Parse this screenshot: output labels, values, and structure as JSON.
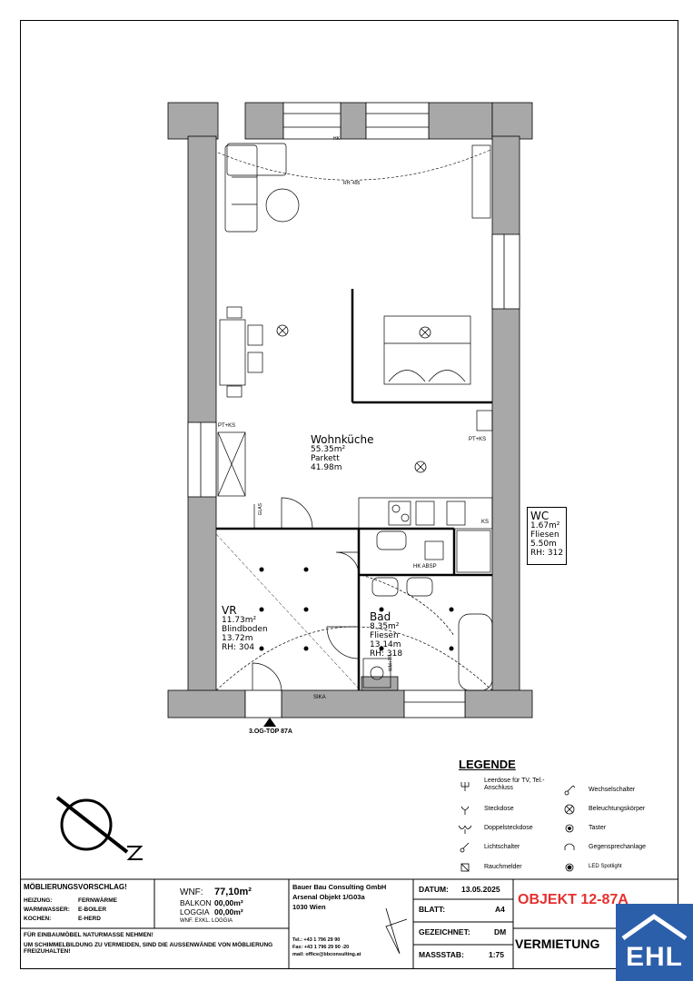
{
  "rooms": {
    "wohnkueche": {
      "name": "Wohnküche",
      "area": "55.35m²",
      "floor": "Parkett",
      "perimeter": "41.98m"
    },
    "wc": {
      "name": "WC",
      "area": "1.67m²",
      "floor": "Fliesen",
      "perimeter": "5.50m",
      "height": "RH: 312"
    },
    "vr": {
      "name": "VR",
      "area": "11.73m²",
      "floor": "Blindboden",
      "perimeter": "13.72m",
      "height": "RH: 304"
    },
    "bad": {
      "name": "Bad",
      "area": "8.35m²",
      "floor": "Fliesen",
      "perimeter": "13.14m",
      "height": "RH: 318"
    }
  },
  "labels": {
    "ptks_left": "PT+KS",
    "ptks_right": "PT+KS",
    "glas": "GLAS",
    "ks": "KS",
    "hk_abst": "HK ABSP",
    "sika": "SIKA",
    "wm_tr": "WM+TR",
    "rh_top": "RH: 495",
    "entrance": "3.OG-TOP 87A",
    "hk": "HK"
  },
  "legend": {
    "title": "LEGENDE",
    "items_left": [
      {
        "icon": "tv-outlet-icon",
        "label": "Leerdose für TV, Tel.-Anschluss"
      },
      {
        "icon": "outlet-icon",
        "label": "Steckdose"
      },
      {
        "icon": "double-outlet-icon",
        "label": "Doppelsteckdose"
      },
      {
        "icon": "light-switch-icon",
        "label": "Lichtschalter"
      },
      {
        "icon": "smoke-detector-icon",
        "label": "Rauchmelder"
      }
    ],
    "items_right": [
      {
        "icon": "changeover-switch-icon",
        "label": "Wechselschalter"
      },
      {
        "icon": "light-fixture-icon",
        "label": "Beleuchtungskörper"
      },
      {
        "icon": "push-button-icon",
        "label": "Taster"
      },
      {
        "icon": "intercom-icon",
        "label": "Gegensprechanlage"
      },
      {
        "icon": "led-spotlight-icon",
        "label": "LED Spotlight"
      }
    ]
  },
  "titleblock": {
    "moeblierung_title": "MÖBLIERUNGSVORSCHLAG!",
    "heizung_label": "HEIZUNG:",
    "heizung_value": "FERNWÄRME",
    "warmwasser_label": "WARMWASSER:",
    "warmwasser_value": "E-BOILER",
    "kochen_label": "KOCHEN:",
    "kochen_value": "E-HERD",
    "note1": "FÜR EINBAUMÖBEL NATURMASSE NEHMEN!",
    "note2": "UM SCHIMMELBILDUNG ZU VERMEIDEN, SIND DIE AUSSENWÄNDE VON MÖBLIERUNG FREIZUHALTEN!",
    "wnf_label": "WNF:",
    "wnf_value": "77,10m²",
    "balkon_label": "BALKON",
    "balkon_value": "00,00m²",
    "loggia_label": "LOGGIA",
    "loggia_value": "00,00m²",
    "wnf_note": "WNF. EXKL. LOGGIA",
    "company": "Bauer Bau Consulting GmbH",
    "project": "Arsenal Objekt 1/G03a",
    "city": "1030 Wien",
    "tel": "Tel.: +43 1 796 29 90",
    "fax": "Fax: +43 1 796 29 90 -20",
    "mail": "mail: office@bbconsulting.at",
    "datum_label": "DATUM:",
    "datum_value": "13.05.2025",
    "blatt_label": "BLATT:",
    "blatt_value": "A4",
    "gezeichnet_label": "GEZEICHNET:",
    "gezeichnet_value": "DM",
    "massstab_label": "MASSSTAB:",
    "massstab_value": "1:75",
    "objekt": "OBJEKT 12-87A",
    "vermietung": "VERMIETUNG",
    "logo": "EHL"
  },
  "colors": {
    "wall": "#a8a8a8",
    "brand_blue": "#2c5faa",
    "objekt_red": "#e53030"
  }
}
